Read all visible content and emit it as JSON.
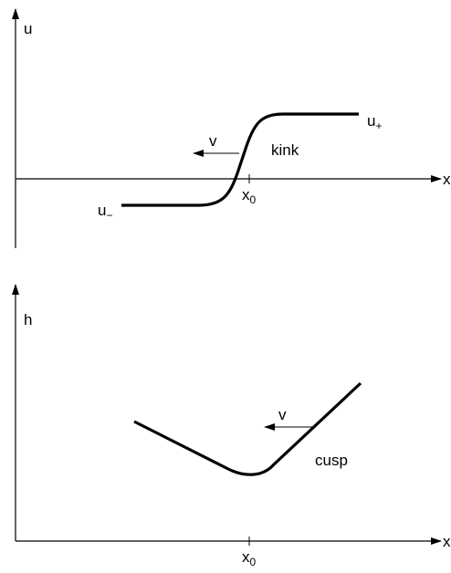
{
  "top_panel": {
    "y_axis_label": "u",
    "x_axis_label": "x",
    "upper_state_label": "u",
    "upper_state_subscript": "+",
    "lower_state_label": "u",
    "lower_state_subscript": "−",
    "velocity_label": "v",
    "feature_label": "kink",
    "position_label": "x",
    "position_subscript": "0"
  },
  "bottom_panel": {
    "y_axis_label": "h",
    "x_axis_label": "x",
    "velocity_label": "v",
    "feature_label": "cusp",
    "position_label": "x",
    "position_subscript": "0"
  },
  "colors": {
    "ink": "#000000",
    "background": "#ffffff"
  }
}
